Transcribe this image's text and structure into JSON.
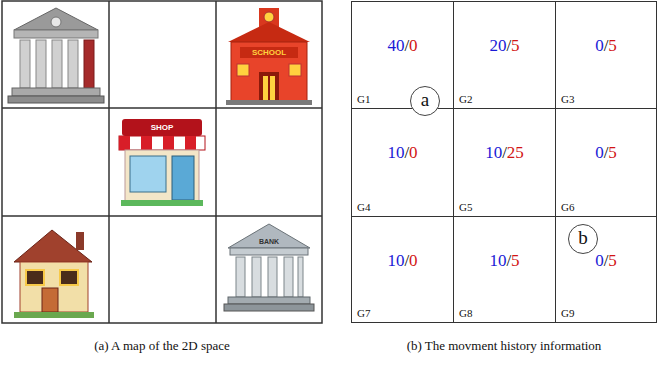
{
  "diagram": {
    "nodes": [
      {
        "text": [
          "40",
          "/",
          "0",
          "G1"
        ]
      },
      {
        "text": [
          "20",
          "/",
          "5",
          "G2"
        ]
      },
      {
        "text": [
          "0",
          "/",
          "5",
          "G3"
        ]
      },
      {
        "text": [
          "10",
          "/",
          "0",
          "G4"
        ]
      },
      {
        "text": [
          "10",
          "/",
          "25",
          "G5"
        ]
      },
      {
        "text": [
          "0",
          "/",
          "5",
          "G6"
        ]
      },
      {
        "text": [
          "10",
          "/",
          "0",
          "G7"
        ]
      },
      {
        "text": [
          "10",
          "/",
          "5",
          "G8"
        ]
      },
      {
        "text": [
          "0",
          "/",
          "5",
          "G9"
        ]
      },
      {
        "text": [
          "a"
        ]
      },
      {
        "text": [
          "b"
        ]
      }
    ],
    "labels": [
      "SCHOOL",
      "SHOP",
      "BANK",
      "(a) A map of the 2D space",
      "(b) The movment history information"
    ]
  }
}
